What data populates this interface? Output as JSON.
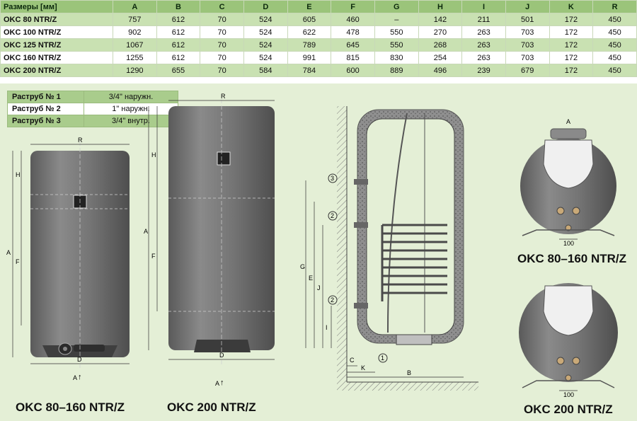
{
  "table": {
    "header": [
      "Размеры [мм]",
      "A",
      "B",
      "C",
      "D",
      "E",
      "F",
      "G",
      "H",
      "I",
      "J",
      "K",
      "R"
    ],
    "rows": [
      [
        "OKC 80 NTR/Z",
        "757",
        "612",
        "70",
        "524",
        "605",
        "460",
        "–",
        "142",
        "211",
        "501",
        "172",
        "450"
      ],
      [
        "OKC 100 NTR/Z",
        "902",
        "612",
        "70",
        "524",
        "622",
        "478",
        "550",
        "270",
        "263",
        "703",
        "172",
        "450"
      ],
      [
        "OKC 125 NTR/Z",
        "1067",
        "612",
        "70",
        "524",
        "789",
        "645",
        "550",
        "268",
        "263",
        "703",
        "172",
        "450"
      ],
      [
        "OKC 160 NTR/Z",
        "1255",
        "612",
        "70",
        "524",
        "991",
        "815",
        "830",
        "254",
        "263",
        "703",
        "172",
        "450"
      ],
      [
        "OKC 200 NTR/Z",
        "1290",
        "655",
        "70",
        "584",
        "784",
        "600",
        "889",
        "496",
        "239",
        "679",
        "172",
        "450"
      ]
    ]
  },
  "ports": [
    {
      "label": "Раструб № 1",
      "value": "3/4\" наружн."
    },
    {
      "label": "Раструб № 2",
      "value": "1\" наружн."
    },
    {
      "label": "Раструб № 3",
      "value": "3/4\" внутр."
    }
  ],
  "dims": {
    "A": "A",
    "B": "B",
    "C": "C",
    "D": "D",
    "E": "E",
    "F": "F",
    "G": "G",
    "H": "H",
    "I": "I",
    "J": "J",
    "K": "K",
    "R": "R",
    "hundred": "100"
  },
  "markers": {
    "m1": "1",
    "m2": "2",
    "m3": "3"
  },
  "captions": {
    "front_small": "OKC 80–160 NTR/Z",
    "front_large": "OKC 200 NTR/Z",
    "top_small": "OKC 80–160 NTR/Z",
    "top_large": "OKC 200 NTR/Z"
  },
  "colors": {
    "panel": "#e4efd6",
    "header": "#9bc47a",
    "row_alt": "#c9e1b2",
    "tank": "#6b6b6b"
  }
}
